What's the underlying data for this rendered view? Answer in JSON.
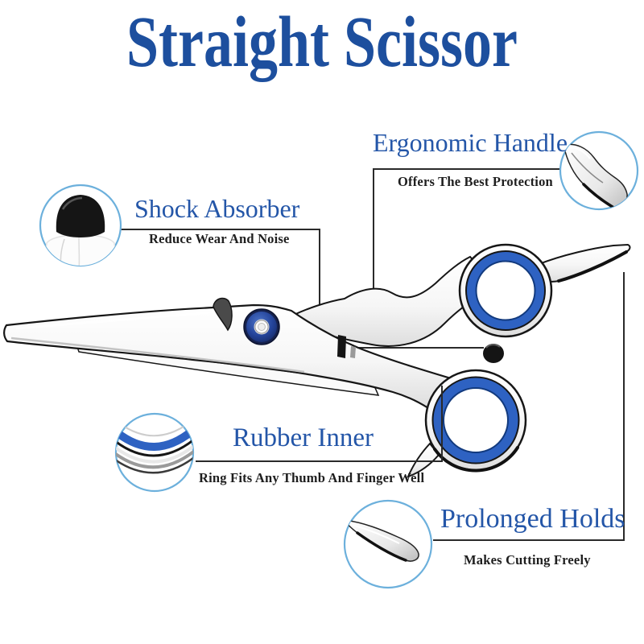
{
  "title": "Straight Scissor",
  "colors": {
    "title_blue": "#1d4f9e",
    "label_blue": "#2456a8",
    "ring_blue": "#2e62c2",
    "detail_circle_border": "#6cb0dc",
    "callout_line": "#2a2a2a"
  },
  "callouts": {
    "ergonomic_handle": {
      "label": "Ergonomic Handle",
      "description": "Offers The Best Protection"
    },
    "shock_absorber": {
      "label": "Shock Absorber",
      "description": "Reduce Wear And Noise"
    },
    "rubber_inner": {
      "label": "Rubber Inner",
      "description": "Ring Fits Any Thumb And Finger Well"
    },
    "prolonged_holds": {
      "label": "Prolonged Holds",
      "description": "Makes Cutting Freely"
    }
  }
}
